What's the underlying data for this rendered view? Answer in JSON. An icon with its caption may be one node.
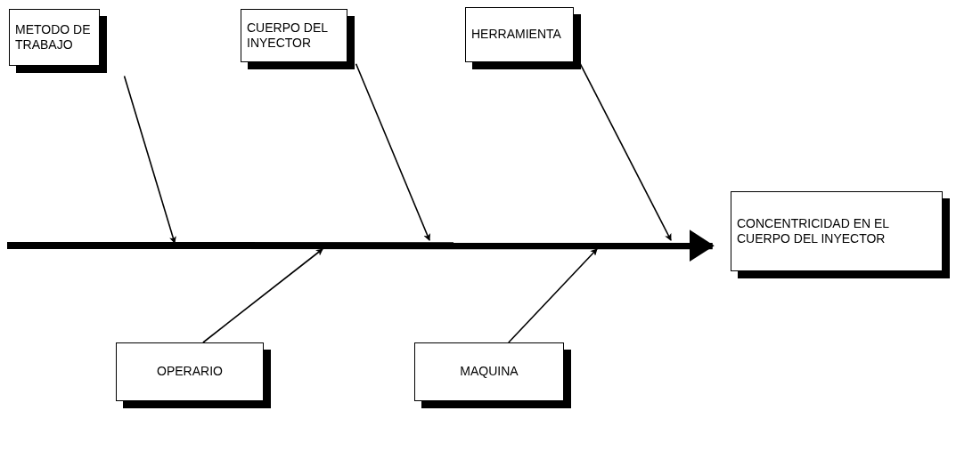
{
  "diagram": {
    "nodes": [
      {
        "text": [
          "METODO DE TRABAJO"
        ]
      },
      {
        "text": [
          "CUERPO DEL INYECTOR"
        ]
      },
      {
        "text": [
          "HERRAMIENTA"
        ]
      },
      {
        "text": [
          "CONCENTRICIDAD EN EL CUERPO DEL INYECTOR"
        ]
      },
      {
        "text": [
          "OPERARIO"
        ]
      },
      {
        "text": [
          "MAQUINA"
        ]
      }
    ],
    "edges": [
      {
        "from": null,
        "to": 3,
        "arrow": "to",
        "style": "thick"
      },
      {
        "from": 0,
        "to": null,
        "arrow": "to"
      },
      {
        "from": 1,
        "to": null,
        "arrow": "to"
      },
      {
        "from": 2,
        "to": null,
        "arrow": "to"
      },
      {
        "from": 4,
        "to": null,
        "arrow": "to"
      },
      {
        "from": 5,
        "to": null,
        "arrow": "to"
      }
    ]
  }
}
